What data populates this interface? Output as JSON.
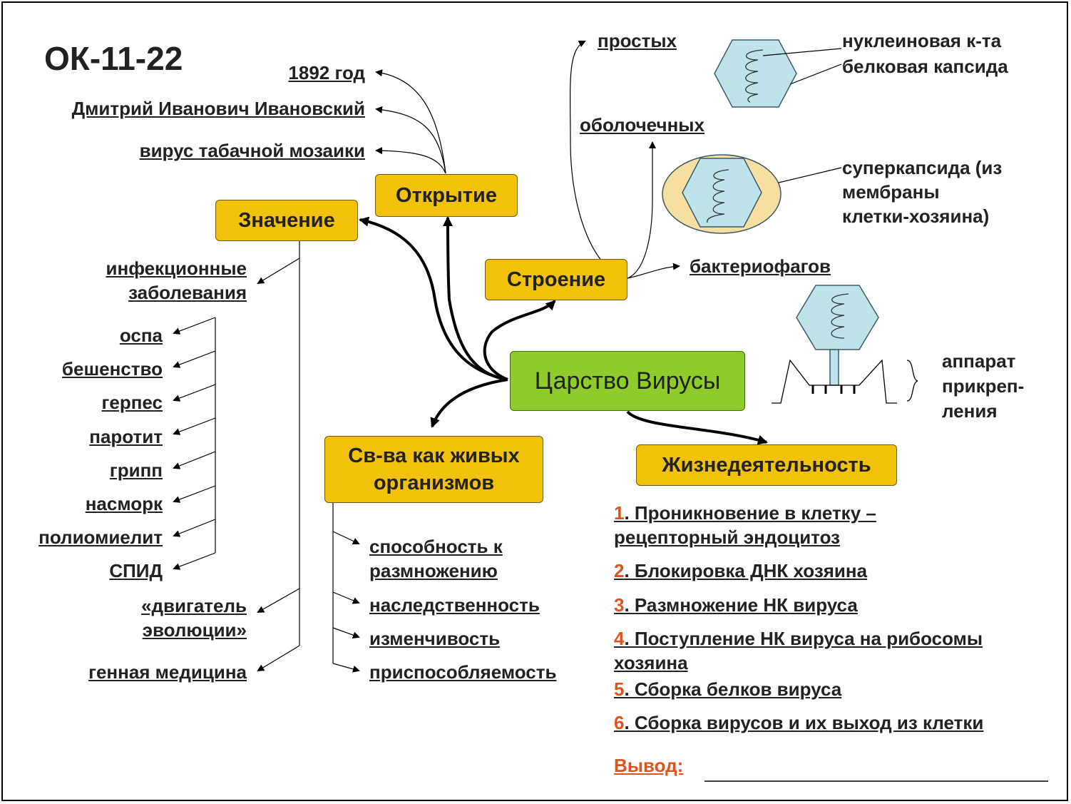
{
  "title": "ОК-11-22",
  "center": "Царство Вирусы",
  "nodes": {
    "discovery": "Открытие",
    "significance": "Значение",
    "structure": "Строение",
    "properties": "Св-ва как живых организмов",
    "life": "Жизнедеятельность"
  },
  "discovery_items": [
    "1892 год",
    "Дмитрий Иванович Ивановский",
    "вирус табачной мозаики"
  ],
  "significance": {
    "infections_line1": "инфекционные",
    "infections_line2": "заболевания",
    "diseases": [
      "оспа",
      "бешенство",
      "герпес",
      "паротит",
      "грипп",
      "насморк",
      "полиомиелит",
      "СПИД"
    ],
    "evolution_line1": "«двигатель",
    "evolution_line2": "эволюции»",
    "medicine": "генная медицина"
  },
  "structure": {
    "simple": "простых",
    "enveloped": "оболочечных",
    "phages": "бактериофагов",
    "nucleic": "нуклеиновая к-та",
    "capsid": "белковая капсида",
    "supercapsid_1": "суперкапсида (из",
    "supercapsid_2": "мембраны",
    "supercapsid_3": "клетки-хозяина)",
    "attach_1": "аппарат",
    "attach_2": "прикреп-",
    "attach_3": "ления"
  },
  "properties_items": {
    "reproduction_1": "способность к",
    "reproduction_2": "размножению",
    "heredity": "наследственность",
    "variability": "изменчивость",
    "adaptability": "приспособляемость"
  },
  "life_steps": [
    {
      "n": "1",
      "a": ". Проникновение в клетку –",
      "b": "рецепторный эндоцитоз"
    },
    {
      "n": "2",
      "a": ". Блокировка ДНК хозяина"
    },
    {
      "n": "3",
      "a": ". Размножение НК вируса"
    },
    {
      "n": "4",
      "a": ". Поступление НК вируса на рибосомы",
      "b": "хозяина"
    },
    {
      "n": "5",
      "a": ". Сборка белков вируса"
    },
    {
      "n": "6",
      "a": ". Сборка вирусов и их выход из клетки"
    }
  ],
  "conclusion": "Вывод:",
  "colors": {
    "box": "#f2c20a",
    "center": "#8fcb2a",
    "accent": "#e0531a",
    "capsid": "#bfe3ea",
    "envelope": "#f6dfa0"
  }
}
